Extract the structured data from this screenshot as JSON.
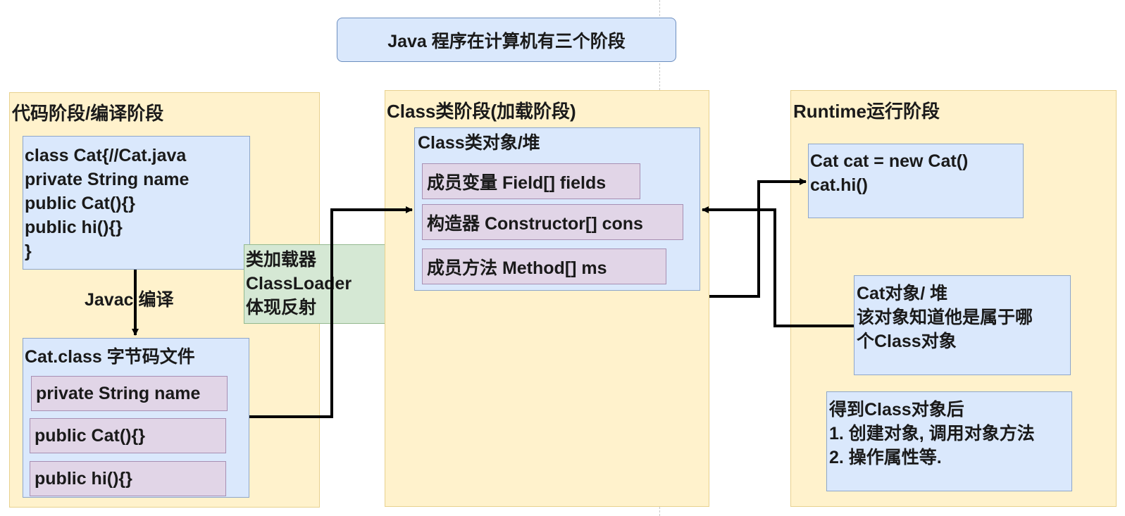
{
  "title": "Java 程序在计算机有三个阶段",
  "stages": {
    "code": {
      "label": "代码阶段/编译阶段",
      "source_lines": [
        "class Cat{//Cat.java",
        "private String name",
        "public Cat(){}",
        "public hi(){}",
        "}"
      ],
      "compile_label": "Javac 编译",
      "class_file": {
        "label": "Cat.class 字节码文件",
        "members": [
          "private String name",
          "public Cat(){}",
          "public hi(){}"
        ]
      }
    },
    "class": {
      "label": "Class类阶段(加载阶段)",
      "class_object": {
        "label": "Class类对象/堆",
        "members": [
          "成员变量 Field[] fields",
          "构造器 Constructor[] cons",
          "成员方法 Method[] ms"
        ]
      }
    },
    "runtime": {
      "label": "Runtime运行阶段",
      "code_lines": [
        "Cat cat = new Cat()",
        "cat.hi()"
      ],
      "cat_object_lines": [
        "Cat对象/ 堆",
        "该对象知道他是属于哪",
        "个Class对象"
      ],
      "after_lines": [
        "得到Class对象后",
        "1. 创建对象, 调用对象方法",
        "2. 操作属性等."
      ]
    }
  },
  "class_loader_lines": [
    "类加载器",
    "ClassLoader",
    "体现反射"
  ]
}
